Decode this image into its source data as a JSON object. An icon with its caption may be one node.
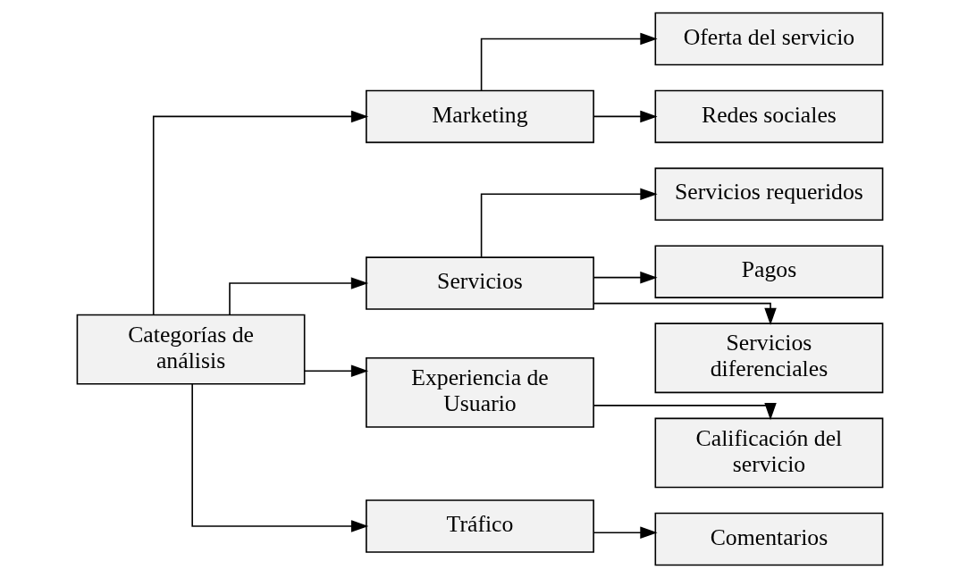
{
  "diagram": {
    "nodes": [
      {
        "text": [
          "Categorías de análisis"
        ]
      },
      {
        "text": [
          "Marketing"
        ]
      },
      {
        "text": [
          "Servicios"
        ]
      },
      {
        "text": [
          "Experiencia de Usuario"
        ]
      },
      {
        "text": [
          "Tráfico"
        ]
      },
      {
        "text": [
          "Oferta del servicio"
        ]
      },
      {
        "text": [
          "Redes sociales"
        ]
      },
      {
        "text": [
          "Servicios requeridos"
        ]
      },
      {
        "text": [
          "Pagos"
        ]
      },
      {
        "text": [
          "Servicios diferenciales"
        ]
      },
      {
        "text": [
          "Calificación del servicio"
        ]
      },
      {
        "text": [
          "Comentarios"
        ]
      }
    ],
    "edges": [
      {
        "from": 0,
        "to": 1,
        "arrow": "to"
      },
      {
        "from": 0,
        "to": 2,
        "arrow": "to"
      },
      {
        "from": 0,
        "to": 3,
        "arrow": "to"
      },
      {
        "from": 0,
        "to": 4,
        "arrow": "to"
      },
      {
        "from": 1,
        "to": 5,
        "arrow": "to"
      },
      {
        "from": 1,
        "to": 6,
        "arrow": "to"
      },
      {
        "from": 2,
        "to": 7,
        "arrow": "to"
      },
      {
        "from": 2,
        "to": 8,
        "arrow": "to"
      },
      {
        "from": 2,
        "to": 9,
        "arrow": "to"
      },
      {
        "from": 3,
        "to": 10,
        "arrow": "to"
      },
      {
        "from": 4,
        "to": 11,
        "arrow": "to"
      }
    ]
  }
}
